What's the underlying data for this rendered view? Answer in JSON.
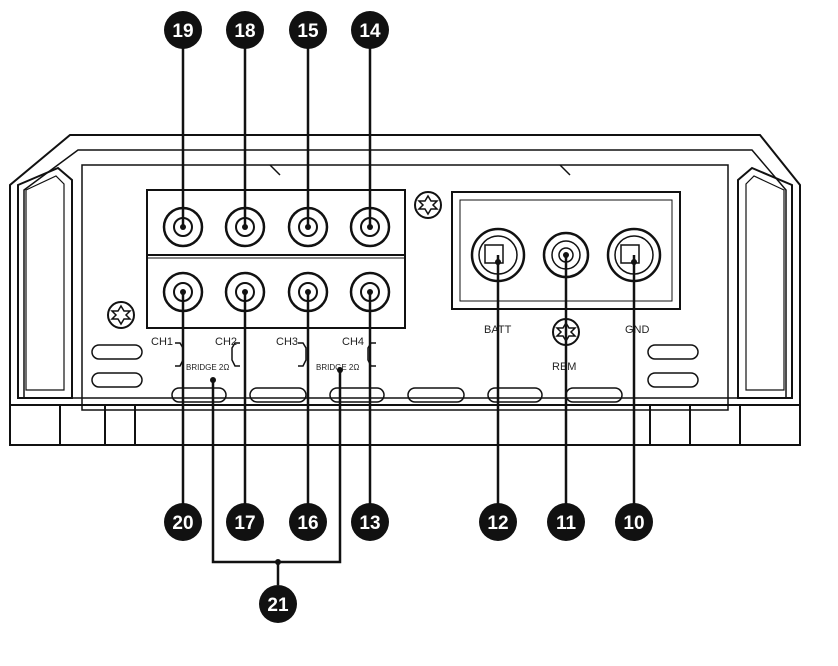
{
  "panel_labels": {
    "ch1": "CH1",
    "ch2": "CH2",
    "ch3": "CH3",
    "ch4": "CH4",
    "bridge_left": "BRIDGE 2Ω",
    "bridge_right": "BRIDGE 2Ω",
    "batt": "BATT",
    "rem": "REM",
    "gnd": "GND"
  },
  "callouts": {
    "c19": "19",
    "c18": "18",
    "c15": "15",
    "c14": "14",
    "c20": "20",
    "c17": "17",
    "c16": "16",
    "c13": "13",
    "c12": "12",
    "c11": "11",
    "c10": "10",
    "c21": "21"
  }
}
